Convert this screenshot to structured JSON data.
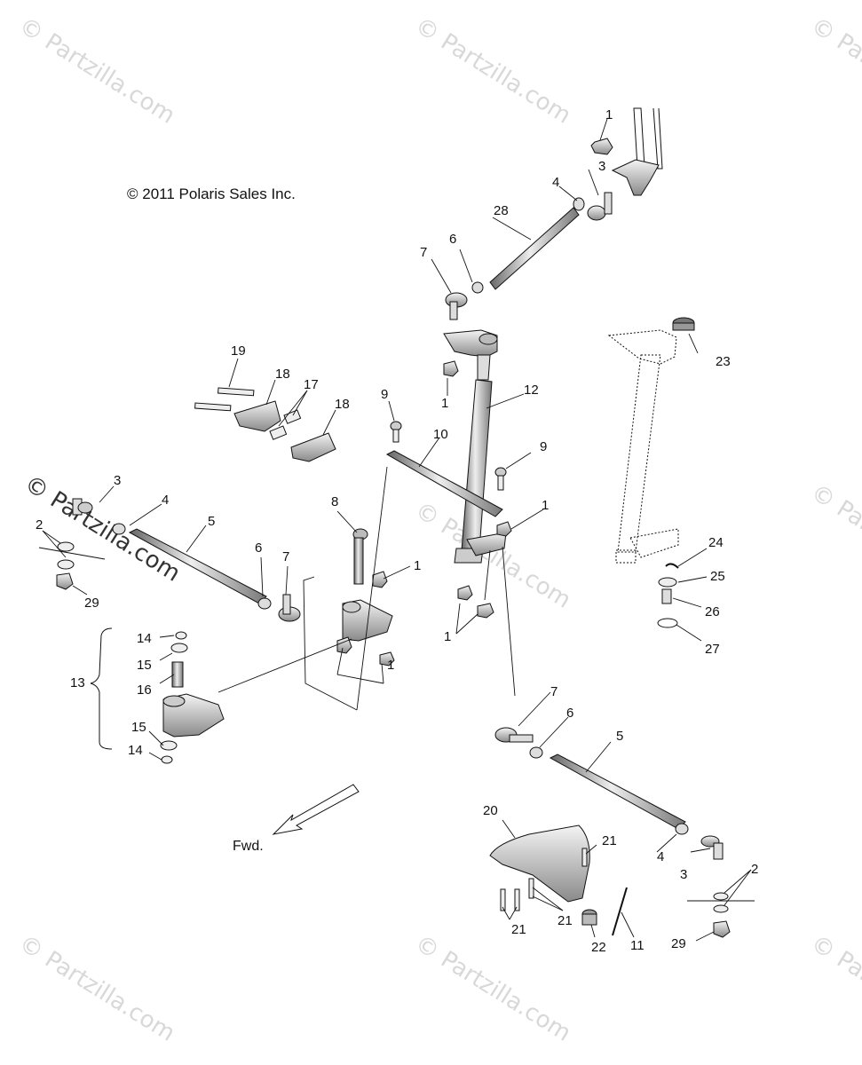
{
  "copyright": "© 2011 Polaris Sales Inc.",
  "fwd_label": "Fwd.",
  "watermark": "© Partzilla.com",
  "callouts": {
    "c1a": "1",
    "c1b": "1",
    "c1c": "1",
    "c1d": "1",
    "c1e": "1",
    "c1f": "1",
    "c2a": "2",
    "c2b": "2",
    "c3a": "3",
    "c3b": "3",
    "c3c": "3",
    "c4a": "4",
    "c4b": "4",
    "c4c": "4",
    "c5a": "5",
    "c5b": "5",
    "c6a": "6",
    "c6b": "6",
    "c6c": "6",
    "c7a": "7",
    "c7b": "7",
    "c7c": "7",
    "c8": "8",
    "c9a": "9",
    "c9b": "9",
    "c10": "10",
    "c11": "11",
    "c12": "12",
    "c13": "13",
    "c14a": "14",
    "c14b": "14",
    "c15a": "15",
    "c15b": "15",
    "c16": "16",
    "c17": "17",
    "c18a": "18",
    "c18b": "18",
    "c19": "19",
    "c20": "20",
    "c21a": "21",
    "c21b": "21",
    "c21c": "21",
    "c22": "22",
    "c23": "23",
    "c24": "24",
    "c25": "25",
    "c26": "26",
    "c27": "27",
    "c28": "28",
    "c29a": "29",
    "c29b": "29"
  }
}
